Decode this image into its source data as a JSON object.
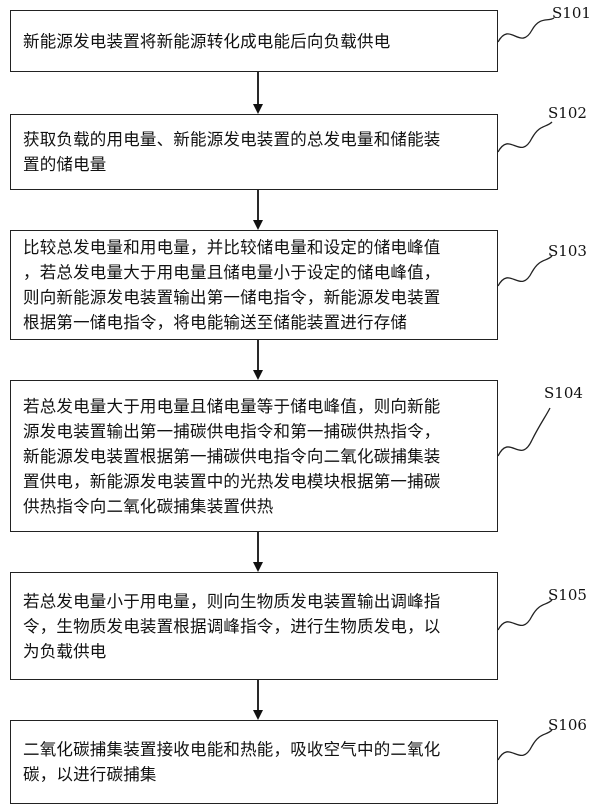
{
  "steps": [
    {
      "id": "S101",
      "text": "新能源发电装置将新能源转化成电能后向负载供电"
    },
    {
      "id": "S102",
      "text": "获取负载的用电量、新能源发电装置的总发电量和储能装\n置的储电量"
    },
    {
      "id": "S103",
      "text": "比较总发电量和用电量，并比较储电量和设定的储电峰值\n，若总发电量大于用电量且储电量小于设定的储电峰值，\n则向新能源发电装置输出第一储电指令，新能源发电装置\n根据第一储电指令，将电能输送至储能装置进行存储"
    },
    {
      "id": "S104",
      "text": "若总发电量大于用电量且储电量等于储电峰值，则向新能\n源发电装置输出第一捕碳供电指令和第一捕碳供热指令，\n新能源发电装置根据第一捕碳供电指令向二氧化碳捕集装\n置供电，新能源发电装置中的光热发电模块根据第一捕碳\n供热指令向二氧化碳捕集装置供热"
    },
    {
      "id": "S105",
      "text": "若总发电量小于用电量，则向生物质发电装置输出调峰指\n令，生物质发电装置根据调峰指令，进行生物质发电，以\n为负载供电"
    },
    {
      "id": "S106",
      "text": "二氧化碳捕集装置接收电能和热能，吸收空气中的二氧化\n碳，以进行碳捕集"
    }
  ]
}
